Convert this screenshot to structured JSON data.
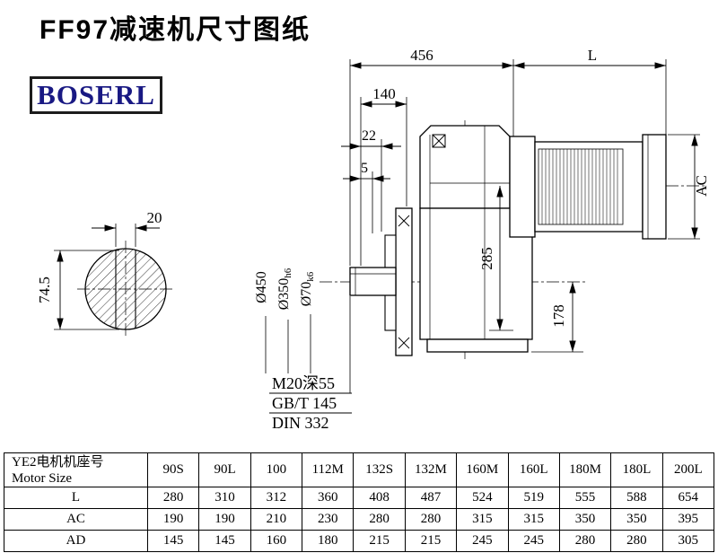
{
  "page": {
    "title": "FF97减速机尺寸图纸",
    "logo": "BOSERL"
  },
  "drawing": {
    "dim_456": "456",
    "dim_L": "L",
    "dim_140": "140",
    "dim_22": "22",
    "dim_5": "5",
    "dim_20": "20",
    "dim_74_5": "74.5",
    "dia_450": "Ø450",
    "dia_350": "Ø350",
    "dia_350_suffix": "h6",
    "dia_70": "Ø70",
    "dia_70_suffix": "k6",
    "dim_285": "285",
    "dim_178": "178",
    "dim_AC": "AC",
    "note_thread": "M20深55",
    "note_gb": "GB/T 145",
    "note_din": "DIN 332"
  },
  "table": {
    "header_cn": "YE2电机机座号",
    "header_en": "Motor Size",
    "columns": [
      "90S",
      "90L",
      "100",
      "112M",
      "132S",
      "132M",
      "160M",
      "160L",
      "180M",
      "180L",
      "200L"
    ],
    "rows": [
      {
        "label": "L",
        "values": [
          "280",
          "310",
          "312",
          "360",
          "408",
          "487",
          "524",
          "519",
          "555",
          "588",
          "654"
        ]
      },
      {
        "label": "AC",
        "values": [
          "190",
          "190",
          "210",
          "230",
          "280",
          "280",
          "315",
          "315",
          "350",
          "350",
          "395"
        ]
      },
      {
        "label": "AD",
        "values": [
          "145",
          "145",
          "160",
          "180",
          "215",
          "215",
          "245",
          "245",
          "280",
          "280",
          "305"
        ]
      }
    ]
  }
}
